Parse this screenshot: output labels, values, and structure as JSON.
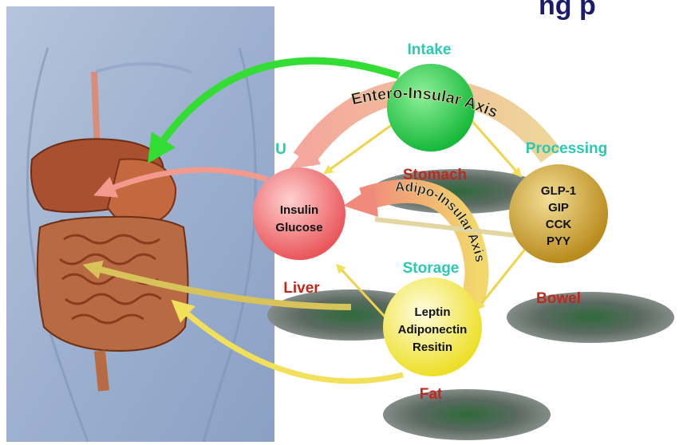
{
  "title_fragment": "ng p",
  "labels": {
    "intake": "Intake",
    "processing": "Processing",
    "storage": "Storage",
    "stomach": "Stomach",
    "liver": "Liver",
    "bowel": "Bowel",
    "fat": "Fat",
    "partial_left": "U"
  },
  "nodes": {
    "insulin": [
      "Insulin",
      "Glucose"
    ],
    "incretins": [
      "GLP-1",
      "GIP",
      "CCK",
      "PYY"
    ],
    "adipokines": [
      "Leptin",
      "Adiponectin",
      "Resitin"
    ]
  },
  "axes": {
    "entero": "Entero-Insular Axis",
    "adipo": "Adipo-Insular Axis"
  },
  "colors": {
    "intake": "#22cc44",
    "insulin": "#f06a6a",
    "incretins": "#c9a12a",
    "adipokines": "#f4ea3a",
    "green_arrow": "#33dd33",
    "pink_arrow": "#f29a8e",
    "yellow_arrow": "#f2e05a",
    "label_cyan": "#2bc9b2",
    "label_red": "#c0281c",
    "anatomy_bg": "#9fb2cf"
  }
}
